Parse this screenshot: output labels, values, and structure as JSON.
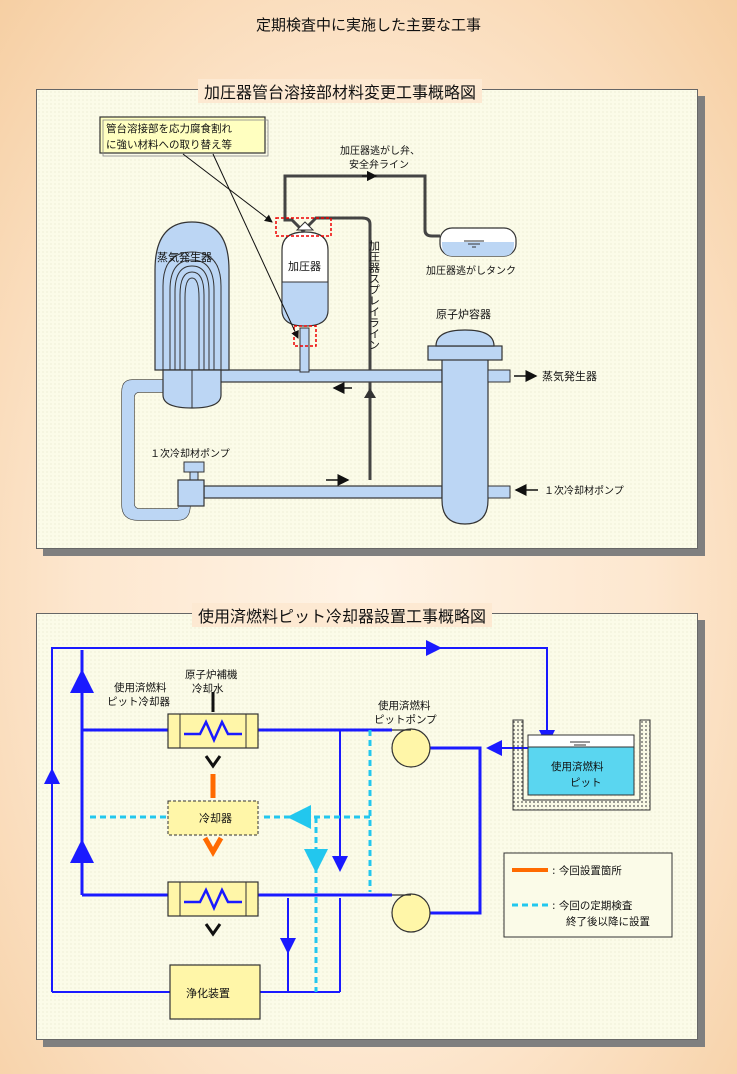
{
  "page_title": "定期検査中に実施した主要な工事",
  "panel1": {
    "title": "加圧器管台溶接部材料変更工事概略図",
    "callout_line1": "管台溶接部を応力腐食割れ",
    "callout_line2": "に強い材料への取り替え等",
    "steam_generator": "蒸気発生器",
    "pressurizer": "加圧器",
    "relief_line_1": "加圧器逃がし弁、",
    "relief_line_2": "安全弁ライン",
    "relief_tank": "加圧器逃がしタンク",
    "spray_line": "加圧器スプレイライン",
    "reactor_vessel": "原子炉容器",
    "to_steam_generator": "蒸気発生器",
    "primary_pump_left": "１次冷却材ポンプ",
    "primary_pump_right": "１次冷却材ポンプ"
  },
  "panel2": {
    "title": "使用済燃料ピット冷却器設置工事概略図",
    "cooler_label_1": "使用済燃料",
    "cooler_label_2": "ピット冷却器",
    "aux_water_1": "原子炉補機",
    "aux_water_2": "冷却水",
    "pump_label_1": "使用済燃料",
    "pump_label_2": "ピットポンプ",
    "pit_label_1": "使用済燃料",
    "pit_label_2": "ピット",
    "new_cooler": "冷却器",
    "purifier": "浄化装置",
    "legend": {
      "orange": ": 今回設置箇所",
      "cyan_1": ": 今回の定期検査",
      "cyan_2": "終了後以降に設置"
    },
    "colors": {
      "main_line": "#1a1aff",
      "new_line": "#ff6a00",
      "future_line": "#22c7ee"
    }
  }
}
